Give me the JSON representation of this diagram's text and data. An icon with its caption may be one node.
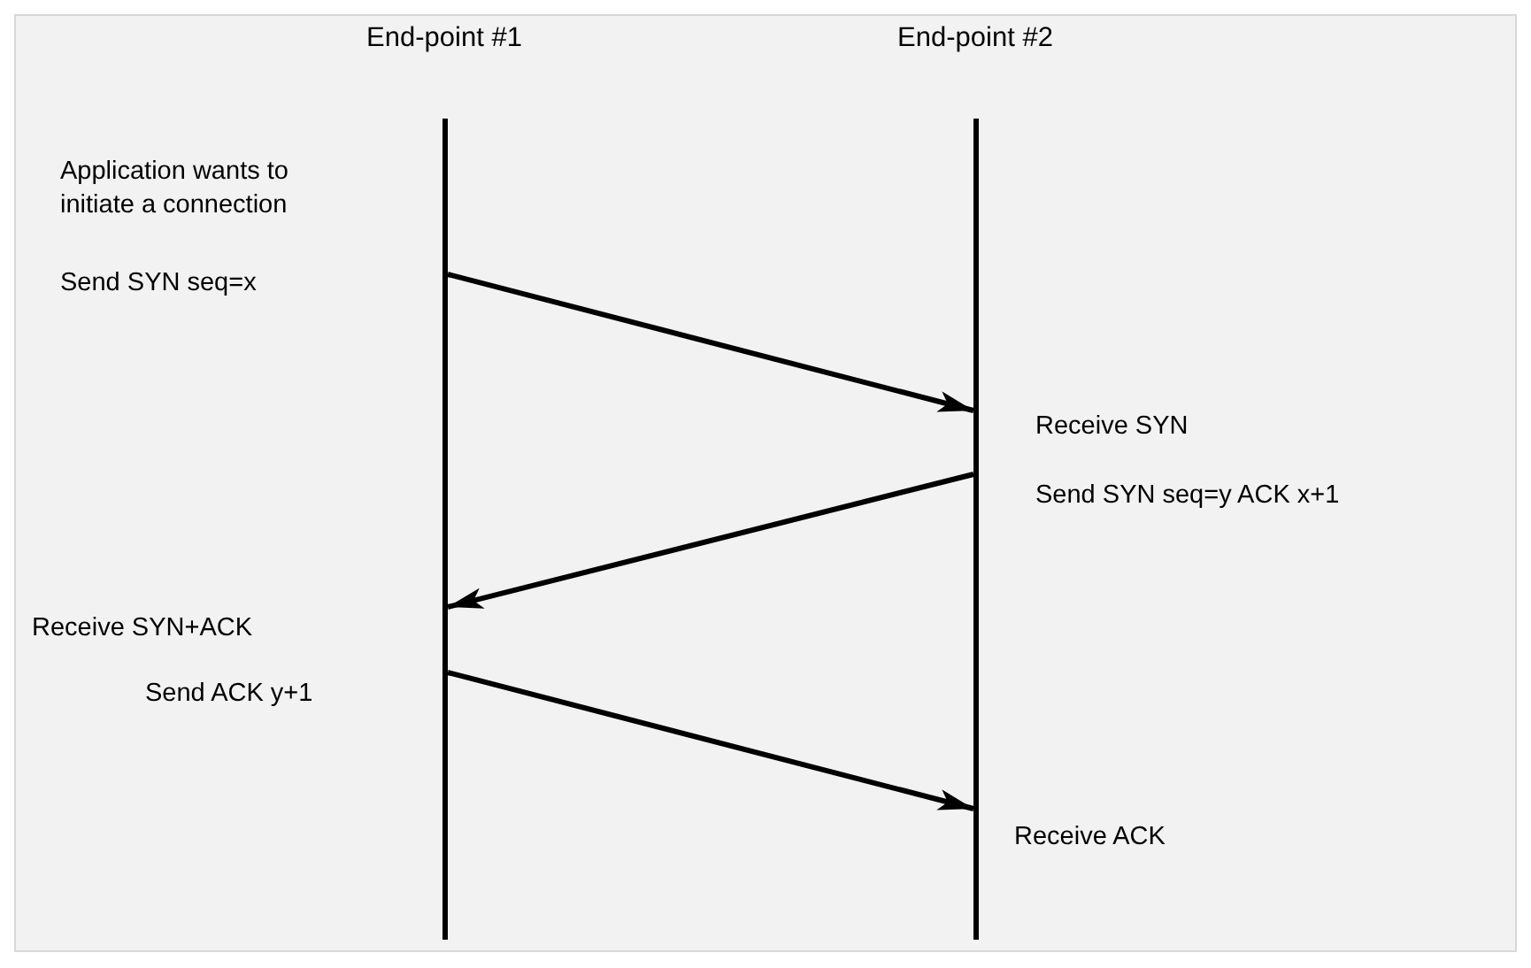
{
  "diagram": {
    "nodes": [
      {
        "text": [],
        "shape": "bar",
        "beside": [
          "End-point #1"
        ]
      },
      {
        "text": [],
        "shape": "bar",
        "beside": [
          "End-point #2"
        ]
      }
    ],
    "edges": [
      {
        "from": 0,
        "to": 1,
        "arrow": "to"
      },
      {
        "from": 1,
        "to": 0,
        "arrow": "to"
      },
      {
        "from": 0,
        "to": 1,
        "arrow": "to"
      }
    ],
    "labels": [
      "Application wants to initiate a connection",
      "Send SYN seq=x",
      "Receive SYN",
      "Send SYN seq=y ACK x+1",
      "Receive SYN+ACK",
      "Send ACK y+1",
      "Receive ACK"
    ]
  }
}
